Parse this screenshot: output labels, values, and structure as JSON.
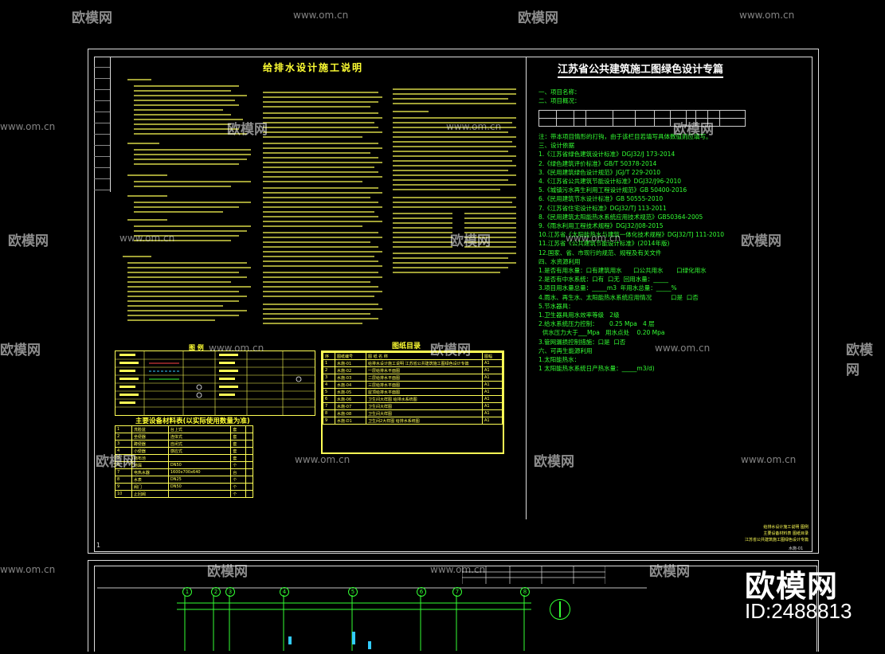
{
  "left_title": "给排水设计施工说明",
  "right_title": "江苏省公共建筑施工图绿色设计专篇",
  "legend_title": "图 例",
  "catalog_title": "图纸目录",
  "materials_title": "主要设备材料表(以实际使用数量为准)",
  "catalog_rows": [
    {
      "no": "1",
      "code": "水施-01",
      "name": "给排水设计施工说明  江苏省公共建筑施工图绿色设计专篇",
      "size": "A1"
    },
    {
      "no": "2",
      "code": "水施-02",
      "name": "一层给排水平面图",
      "size": "A1"
    },
    {
      "no": "3",
      "code": "水施-03",
      "name": "二层给排水平面图",
      "size": "A1"
    },
    {
      "no": "4",
      "code": "水施-04",
      "name": "三层给排水平面图",
      "size": "A1"
    },
    {
      "no": "5",
      "code": "水施-05",
      "name": "屋顶给排水平面图",
      "size": "A1"
    },
    {
      "no": "6",
      "code": "水施-06",
      "name": "卫生间大样图  给排水系统图",
      "size": "A1"
    },
    {
      "no": "7",
      "code": "水施-07",
      "name": "卫生间大样图",
      "size": "A1"
    },
    {
      "no": "8",
      "code": "水施-08",
      "name": "卫生间大样图",
      "size": "A1"
    },
    {
      "no": "9",
      "code": "水施-D1",
      "name": "卫生间2大样图  给排水系统图",
      "size": "A1"
    }
  ],
  "green_text": "一、项目名称：       \n二、项目概况：\n\n\n\n注：带本项目情形的打钩，由于该栏目若填写具体数值则应填写。\n三、设计依据\n1.《江苏省绿色建筑设计标准》DGJ32/J 173-2014\n2.《绿色建筑评价标准》GB/T 50378-2014\n3.《民用建筑绿色设计规范》JGJ/T 229-2010\n4.《江苏省公共建筑节能设计标准》DGJ32/J96-2010\n5.《城镇污水再生利用工程设计规范》GB 50400-2016\n6.《民用建筑节水设计标准》GB 50555-2010\n7.《江苏省住宅设计标准》DGJ32/TJ 113-2011\n8.《民用建筑太阳能热水系统应用技术规范》GB50364-2005\n9.《雨水利用工程技术规程》DGJ32/J08-2015\n10.江苏省《太阳能热水与建筑一体化技术规程》DGJ32/TJ 111-2010\n11.江苏省《公共建筑节能设计标准》(2014年版)\n12.国家、省、市现行的规范、规程及有关文件\n四、水资源利用\n1.是否有用水量：口有建筑用水      口公共用水       口绿化用水\n2.是否有中水系统：口有  口无  回用水量：_____\n3.项目用水量总量：_____m3  年用水总量：_____%\n4.雨水、再生水、太阳能热水系统应用情况          口是  口否\n5.节水器具：\n1.卫生器具用水效率等级   2级\n2.给水系统压力控制：      0.25 Mpa   4 层\n  供水压力大于___Mpa   用水点处    0.20 Mpa\n3.管网漏损控制措施：口是  口否\n六、可再生能源利用\n1.太阳能热水：\n1 太阳能热水系统日产热水量：_____m3/d)",
  "materials_rows": [
    {
      "no": "1",
      "name": "洗脸盆",
      "spec": "台上式",
      "unit": "套"
    },
    {
      "no": "2",
      "name": "坐便器",
      "spec": "连体式",
      "unit": "套"
    },
    {
      "no": "3",
      "name": "蹲便器",
      "spec": "自闭式",
      "unit": "套"
    },
    {
      "no": "4",
      "name": "小便器",
      "spec": "感应式",
      "unit": "套"
    },
    {
      "no": "5",
      "name": "拖布池",
      "spec": "",
      "unit": "套"
    },
    {
      "no": "6",
      "name": "地漏",
      "spec": "DN50",
      "unit": "个"
    },
    {
      "no": "7",
      "name": "电热水器",
      "spec": "1600x700x640",
      "unit": "台"
    },
    {
      "no": "8",
      "name": "水表",
      "spec": "DN25",
      "unit": "个"
    },
    {
      "no": "9",
      "name": "阀门",
      "spec": "DN50",
      "unit": "个"
    },
    {
      "no": "10",
      "name": "止回阀",
      "spec": "",
      "unit": "个"
    }
  ],
  "watermark_text": "欧模网",
  "watermark_url": "www.om.cn",
  "brand": "欧模网",
  "brand_id": "ID:2488813",
  "sheet_no": "水施-01",
  "stamp_lines": [
    "给排水设计施工说明  图例",
    "主要设备材料表  图纸目录",
    "江苏省公共建筑施工图绿色设计专篇"
  ],
  "axis_labels": [
    "1",
    "2",
    "3",
    "4",
    "5",
    "6",
    "7",
    "8"
  ],
  "page_corner": "1"
}
